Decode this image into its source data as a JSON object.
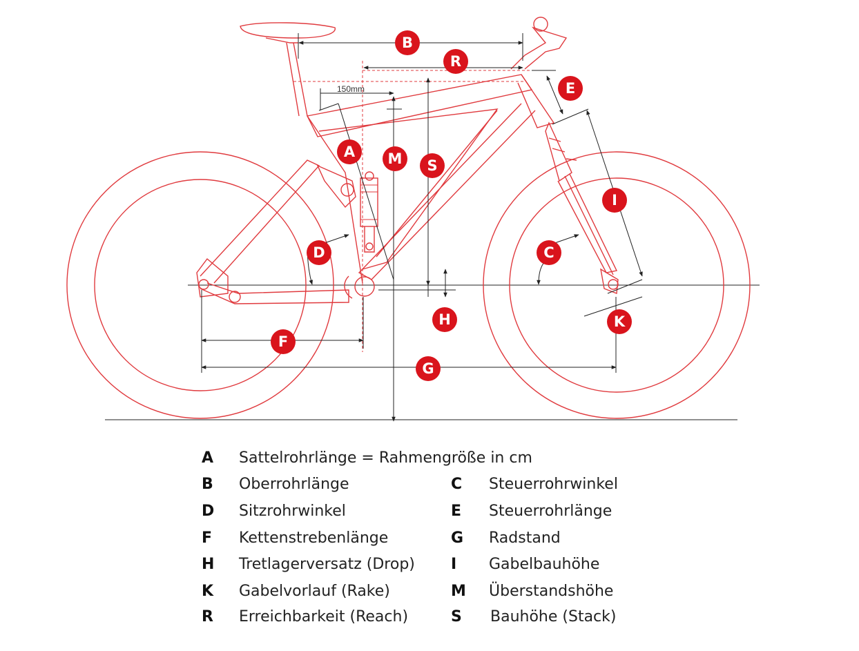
{
  "annotation_mm": "150mm",
  "badges": [
    {
      "id": "A",
      "letter": "A"
    },
    {
      "id": "B",
      "letter": "B"
    },
    {
      "id": "C",
      "letter": "C"
    },
    {
      "id": "D",
      "letter": "D"
    },
    {
      "id": "E",
      "letter": "E"
    },
    {
      "id": "F",
      "letter": "F"
    },
    {
      "id": "G",
      "letter": "G"
    },
    {
      "id": "H",
      "letter": "H"
    },
    {
      "id": "I",
      "letter": "I"
    },
    {
      "id": "K",
      "letter": "K"
    },
    {
      "id": "M",
      "letter": "M"
    },
    {
      "id": "R",
      "letter": "R"
    },
    {
      "id": "S",
      "letter": "S"
    }
  ],
  "legend": [
    {
      "key": "A",
      "label": "Sattelrohrlänge = Rahmengröße in cm"
    },
    {
      "key": "B",
      "label": "Oberrohrlänge"
    },
    {
      "key": "C",
      "label": "Steuerrohrwinkel"
    },
    {
      "key": "D",
      "label": "Sitzrohrwinkel"
    },
    {
      "key": "E",
      "label": "Steuerrohrlänge"
    },
    {
      "key": "F",
      "label": "Kettenstrebenlänge"
    },
    {
      "key": "G",
      "label": "Radstand"
    },
    {
      "key": "H",
      "label": "Tretlagerversatz (Drop)"
    },
    {
      "key": "I",
      "label": "Gabelbauhöhe"
    },
    {
      "key": "K",
      "label": "Gabelvorlauf (Rake)"
    },
    {
      "key": "M",
      "label": "Überstandshöhe"
    },
    {
      "key": "R",
      "label": "Erreichbarkeit (Reach)"
    },
    {
      "key": "S",
      "label": "Bauhöhe (Stack)"
    }
  ],
  "colors": {
    "accent": "#d9141c",
    "line": "#e03a3e",
    "text": "#222222"
  }
}
